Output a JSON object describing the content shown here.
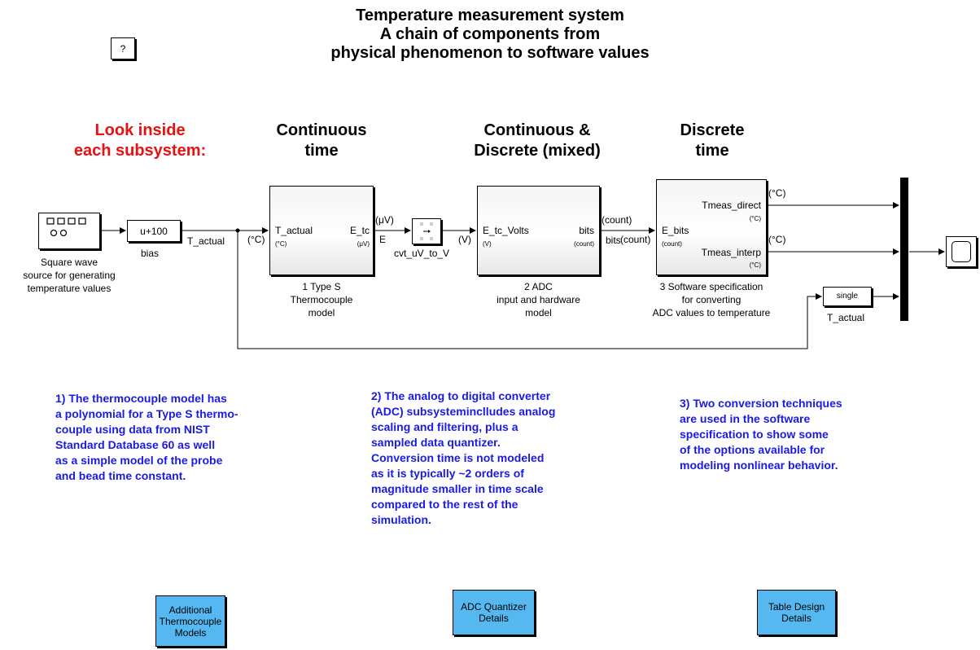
{
  "title": "Temperature measurement system\nA chain of components from\nphysical phenomenon to software values",
  "help_button": "?",
  "callout": "Look inside\neach subsystem:",
  "sections": {
    "continuous": "Continuous\ntime",
    "mixed": "Continuous &\nDiscrete (mixed)",
    "discrete": "Discrete\ntime"
  },
  "blocks": {
    "source_caption": "Square wave\nsource for generating\ntemperature values",
    "bias_expr": "u+100",
    "bias_name": "bias",
    "t_actual_signal": "T_actual",
    "thermo": {
      "in_port": "T_actual",
      "in_unit": "(°C)",
      "out_port": "E_tc",
      "out_unit": "(μV)",
      "caption": "1 Type S\nThermocouple\nmodel"
    },
    "wire_unit_c": "(°C)",
    "wire_unit_uv": "(μV)",
    "wire_e": "E",
    "cvt_name": "cvt_uV_to_V",
    "wire_unit_v": "(V)",
    "adc": {
      "in_port": "E_tc_Volts",
      "in_unit": "(V)",
      "out_port": "bits",
      "out_unit": "(count)",
      "caption": "2 ADC\ninput and hardware\nmodel"
    },
    "wire_count1": "(count)",
    "wire_bits": "bits",
    "wire_count2": "(count)",
    "sw": {
      "in_port": "E_bits",
      "in_unit": "(count)",
      "out_port1": "Tmeas_direct",
      "out_unit1": "(°C)",
      "out_port2": "Tmeas_interp",
      "out_unit2": "(°C)",
      "caption": "3 Software specification\nfor converting\nADC values to temperature"
    },
    "wire_out_c1": "(°C)",
    "wire_out_c2": "(°C)",
    "single_label": "single",
    "single_name": "T_actual"
  },
  "notes": {
    "note1": "1) The thermocouple model has\na polynomial for a Type S thermo-\ncouple using data from NIST\nStandard Database 60 as well\nas a simple model of the probe\nand bead time constant.",
    "note2": "2) The analog to digital converter\n(ADC) subsysteminclludes analog\nscaling and filtering, plus a\nsampled data quantizer.\nConversion time is not modeled\nas it is typically ~2 orders of\nmagnitude smaller in time scale\ncompared to the rest of the\nsimulation.",
    "note3": "3) Two conversion techniques\nare used  in the software\nspecification to show some\nof the options available for\nmodeling nonlinear behavior."
  },
  "buttons": {
    "thermo_models": "Additional\nThermocouple\nModels",
    "adc_details": "ADC Quantizer\nDetails",
    "table_details": "Table Design\nDetails"
  },
  "colors": {
    "callout": "#e81010",
    "notes": "#1a1ae6",
    "button_fill": "#55b8f0"
  }
}
